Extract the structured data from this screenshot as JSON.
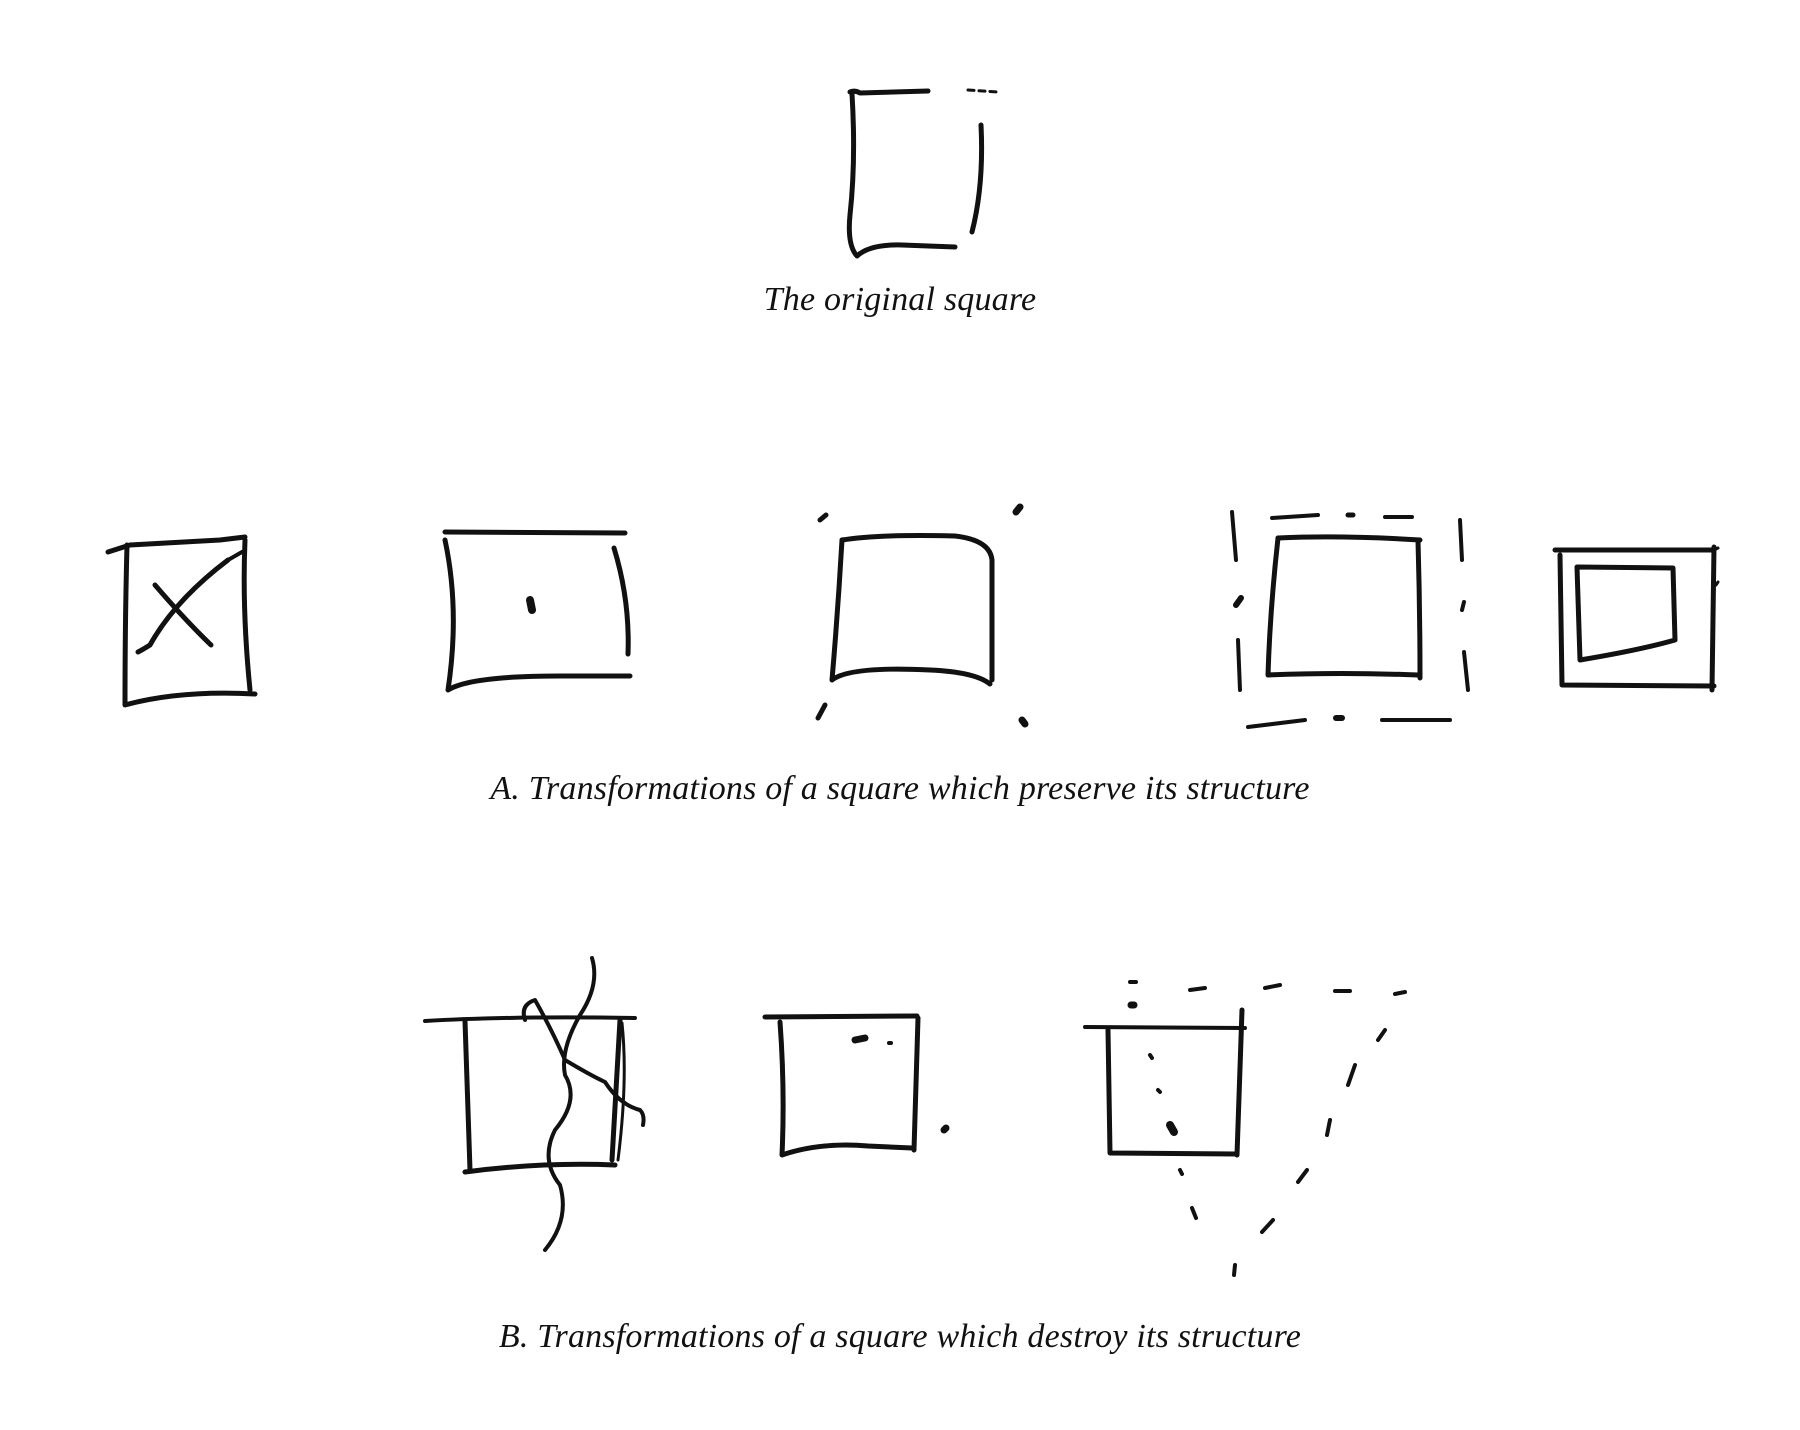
{
  "captions": {
    "original": "The original square",
    "preserve": "A. Transformations of a square which preserve its structure",
    "destroy": "B. Transformations of a square which destroy its structure"
  },
  "colors": {
    "ink": "#111111",
    "background": "#ffffff"
  }
}
